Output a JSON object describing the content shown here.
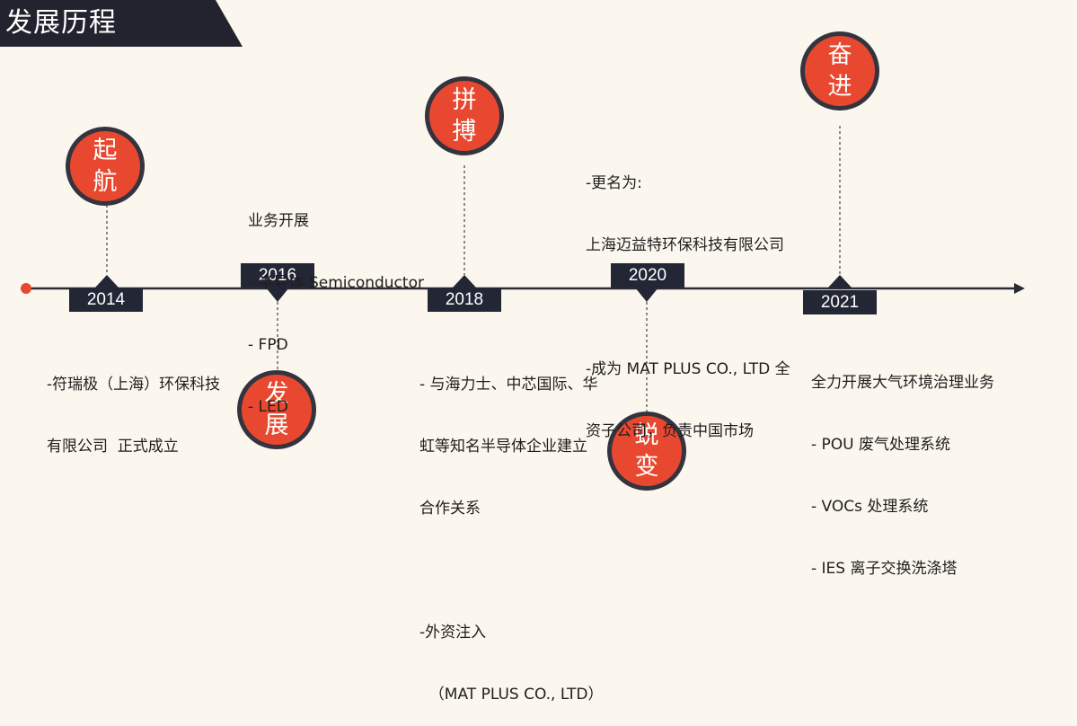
{
  "title": "发展历程",
  "milestones": [
    {
      "year": "2014",
      "circle": [
        "起",
        "航"
      ],
      "lines": [
        "-符瑞极（上海）环保科技",
        "有限公司  正式成立"
      ]
    },
    {
      "year": "2016",
      "circle": [
        "发",
        "展"
      ],
      "lines": [
        "业务开展",
        "- 半导体 Semiconductor",
        "- FPD",
        "- LED"
      ]
    },
    {
      "year": "2018",
      "circle": [
        "拼",
        "搏"
      ],
      "lines": [
        "- 与海力士、中芯国际、华",
        "虹等知名半导体企业建立",
        "合作关系",
        "",
        "-外资注入",
        "  （MAT PLUS CO., LTD）"
      ]
    },
    {
      "year": "2020",
      "circle": [
        "蜕",
        "变"
      ],
      "lines": [
        "-更名为:",
        "上海迈益特环保科技有限公司",
        "",
        "-成为 MAT PLUS CO., LTD 全",
        "资子公司，负责中国市场"
      ]
    },
    {
      "year": "2021",
      "circle": [
        "奋",
        "进"
      ],
      "lines": [
        "全力开展大气环境治理业务",
        "- POU 废气处理系统",
        "- VOCs 处理系统",
        "- IES 离子交换洗涤塔"
      ]
    }
  ],
  "colors": {
    "background": "#fbf7ee",
    "title_band": "#23232f",
    "year_box": "#232635",
    "circle_fill": "#e8482f",
    "circle_border": "#34343f",
    "start_dot": "#e8482f",
    "timeline": "#2b2b36"
  }
}
